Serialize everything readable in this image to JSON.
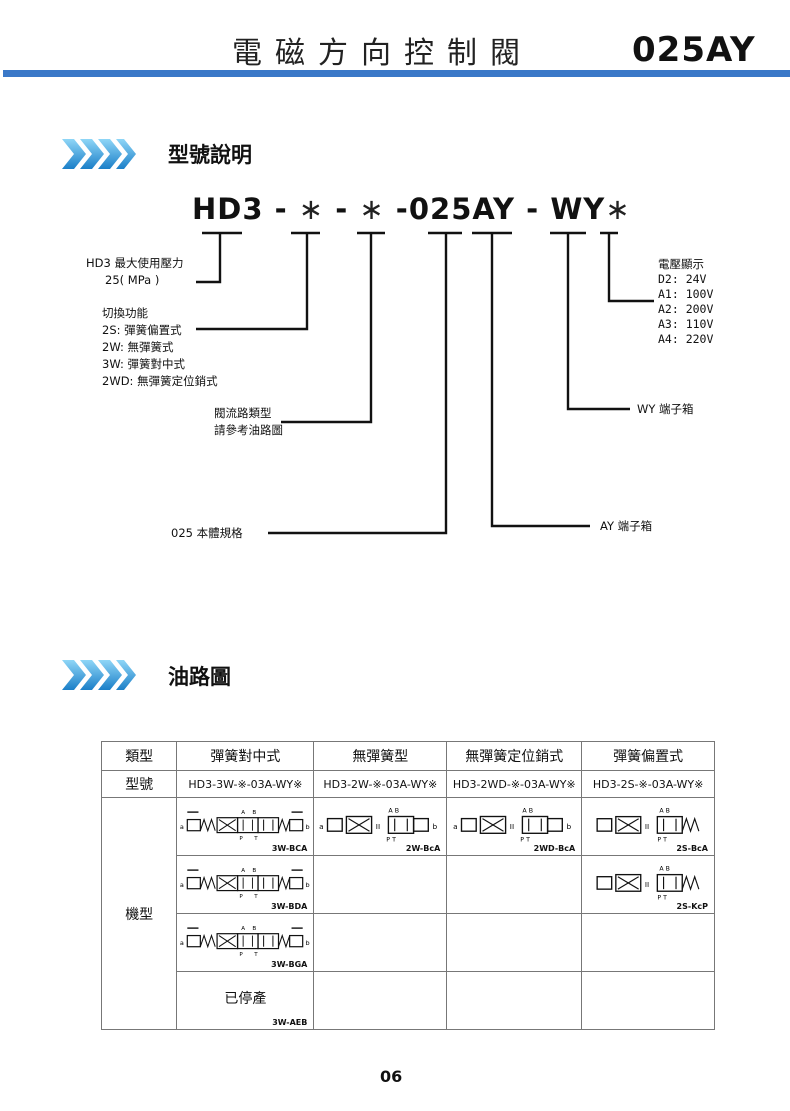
{
  "header": {
    "title": "電磁方向控制閥",
    "model": "025AY",
    "bar_color": "#3a78c8"
  },
  "section1": {
    "title": "型號說明",
    "icon": "chevron-arrows-icon"
  },
  "code": {
    "parts": [
      "HD3",
      "-",
      "∗",
      "-",
      "∗",
      "-",
      "025AY",
      "-",
      "WY",
      "∗"
    ]
  },
  "labels": {
    "pressure_line1": "HD3 最大使用壓力",
    "pressure_line2": "25( MPa )",
    "switch_title": "切換功能",
    "switch_2s": "2S: 彈簧偏置式",
    "switch_2w": "2W: 無彈簧式",
    "switch_3w": "3W: 彈簧對中式",
    "switch_2wd": "2WD: 無彈簧定位銷式",
    "flow_line1": "閥流路類型",
    "flow_line2": "請參考油路圖",
    "body_size": "025  本體規格",
    "voltage_title": "電壓顯示",
    "voltage_d2": "D2: 24V",
    "voltage_a1": "A1: 100V",
    "voltage_a2": "A2: 200V",
    "voltage_a3": "A3: 110V",
    "voltage_a4": "A4: 220V",
    "wy_box": "WY 端子箱",
    "ay_box": "AY 端子箱"
  },
  "section2": {
    "title": "油路圖",
    "icon": "chevron-arrows-icon"
  },
  "table": {
    "row_type_label": "類型",
    "row_model_label": "型號",
    "row_machine_label": "機型",
    "types": [
      "彈簧對中式",
      "無彈簧型",
      "無彈簧定位銷式",
      "彈簧偏置式"
    ],
    "models": [
      "HD3-3W-※-03A-WY※",
      "HD3-2W-※-03A-WY※",
      "HD3-2WD-※-03A-WY※",
      "HD3-2S-※-03A-WY※"
    ],
    "diagrams": {
      "c1r1": "3W-BCA",
      "c1r2": "3W-BDA",
      "c1r3": "3W-BGA",
      "c1r4_text": "已停產",
      "c1r4": "3W-AEB",
      "c2r1": "2W-BcA",
      "c3r1": "2WD-BcA",
      "c4r1": "2S-BcA",
      "c4r2": "2S-KcP"
    }
  },
  "page_number": "06"
}
